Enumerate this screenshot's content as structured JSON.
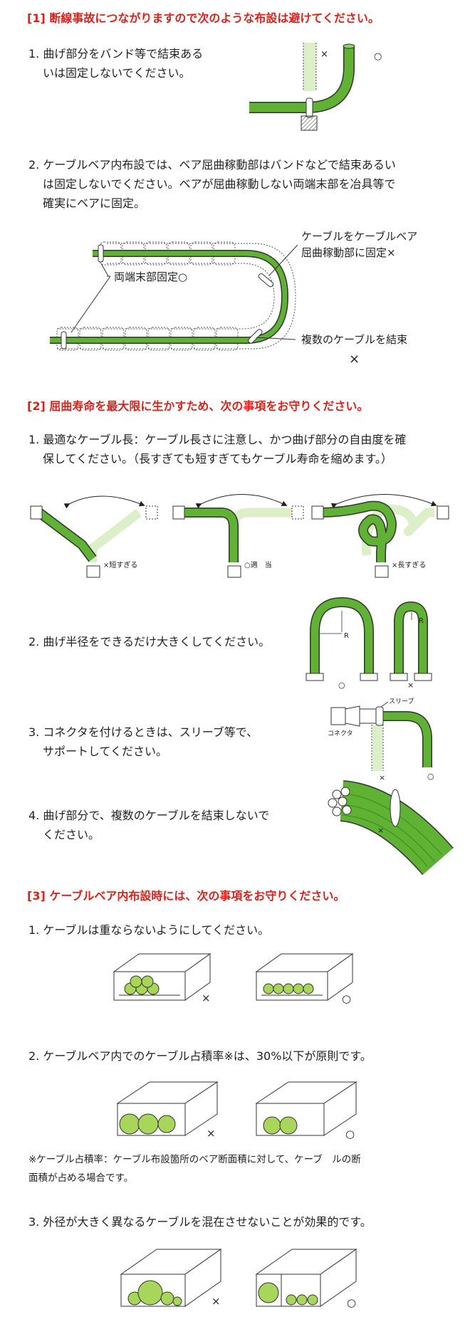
{
  "section1": {
    "heading": "[1] 断線事故につながりますので次のような布設は避けてください。",
    "item1": [
      "1. 曲げ部分をバンド等で結束ある",
      "いは固定しないでください。"
    ],
    "item1_marks": {
      "ng": "×",
      "ok": "○"
    },
    "item2": [
      "2. ケーブルベア内布設では、ベア屈曲稼動部はバンドなどで結束あるい",
      "は固定しないでください。ベアが屈曲稼動しない両端末部を冶具等で",
      "確実にベアに固定。"
    ],
    "fig2_labels": {
      "ends_fixed": "両端末部固定○",
      "bend_fixed": [
        "ケーブルをケーブルベア",
        "屈曲稼動部に固定×"
      ],
      "bundled": "複数のケーブルを結束",
      "bundled_mark": "×"
    }
  },
  "section2": {
    "heading": "[2] 屈曲寿命を最大限に生かすため、次の事項をお守りください。",
    "item1": [
      "1. 最適なケーブル長：ケーブル長さに注意し、かつ曲げ部分の自由度を確",
      "保してください。（長すぎても短すぎてもケーブル寿命を縮めます。）"
    ],
    "length_labels": {
      "short": "×短すぎる",
      "ok": "○適　当",
      "long": "×長すぎる"
    },
    "item2": [
      "2. 曲げ半径をできるだけ大きくしてください。"
    ],
    "radius_labels": {
      "r1": "R",
      "r2": "R",
      "ok": "○",
      "ng": "×"
    },
    "item3": [
      "3. コネクタを付けるときは、スリーブ等で、",
      "サポートしてください。"
    ],
    "connector_labels": {
      "sleeve": "スリーブ",
      "connector": "コネクタ",
      "ng": "×",
      "ok": "○"
    },
    "item4": [
      "4. 曲げ部分で、複数のケーブルを結束しないで",
      "ください。"
    ],
    "bundle_mark": "×"
  },
  "section3": {
    "heading": "[3] ケーブルベア内布設時には、次の事項をお守りください。",
    "item1": [
      "1. ケーブルは重ならないようにしてください。"
    ],
    "item1_marks": {
      "ng": "×",
      "ok": "○"
    },
    "item2": [
      "2. ケーブルベア内でのケーブル占積率※は、30%以下が原則です。"
    ],
    "item2_marks": {
      "ng": "×",
      "ok": "○"
    },
    "note": [
      "※ケーブル占積率：ケーブル布設箇所のベア断面積に対して、ケーブ　ルの断",
      "面積が占める場合です。"
    ],
    "item3": [
      "3. 外径が大きく異なるケーブルを混在させないことが効果的です。"
    ],
    "item3_marks": {
      "ng": "×",
      "ok": "○"
    }
  },
  "colors": {
    "heading": "#d7231c",
    "cable": "#5fb233",
    "cable_light": "#dcefc9",
    "tray_cable": "#a8d65a"
  }
}
